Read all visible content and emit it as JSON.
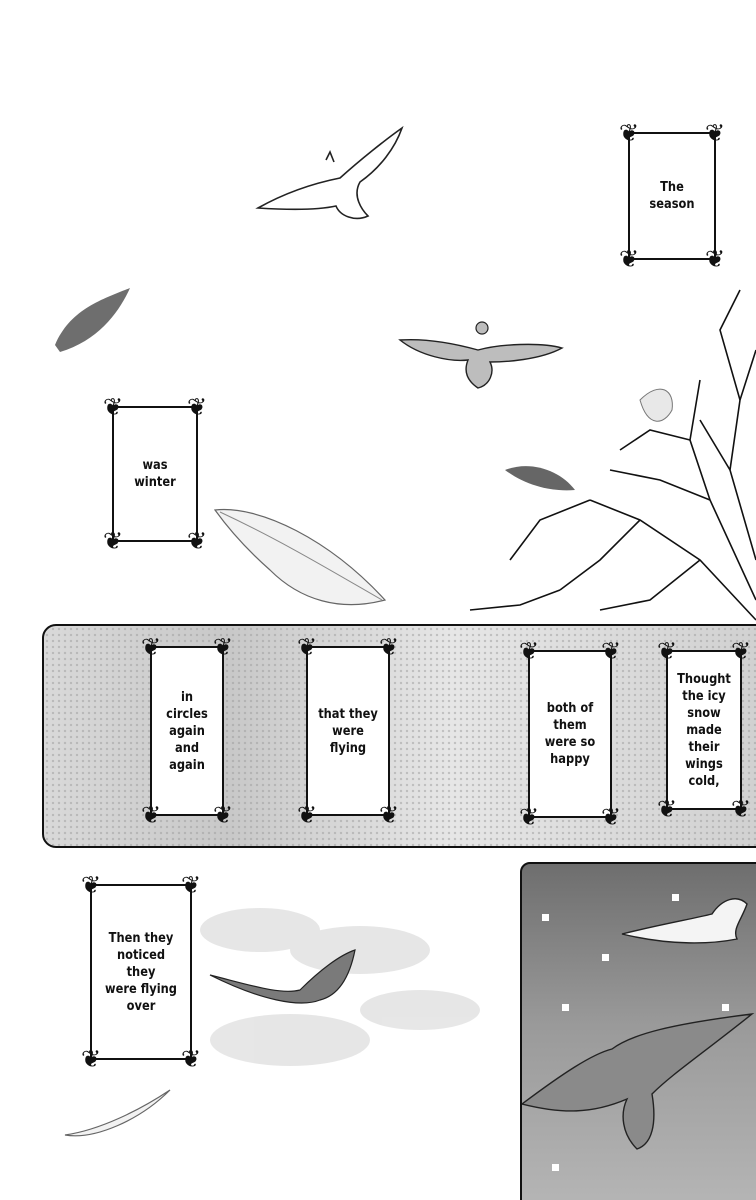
{
  "captions": {
    "the_season": "The season",
    "was_winter": "was winter",
    "in_circles": "in circles\nagain and\nagain",
    "that_they": "that they\nwere flying",
    "both_of_them": "both of them\nwere so happy",
    "thought": "Thought\nthe icy snow\nmade their\nwings cold,",
    "then_they": "Then they\nnoticed they\nwere flying\nover"
  },
  "ornament_glyph": "❦"
}
